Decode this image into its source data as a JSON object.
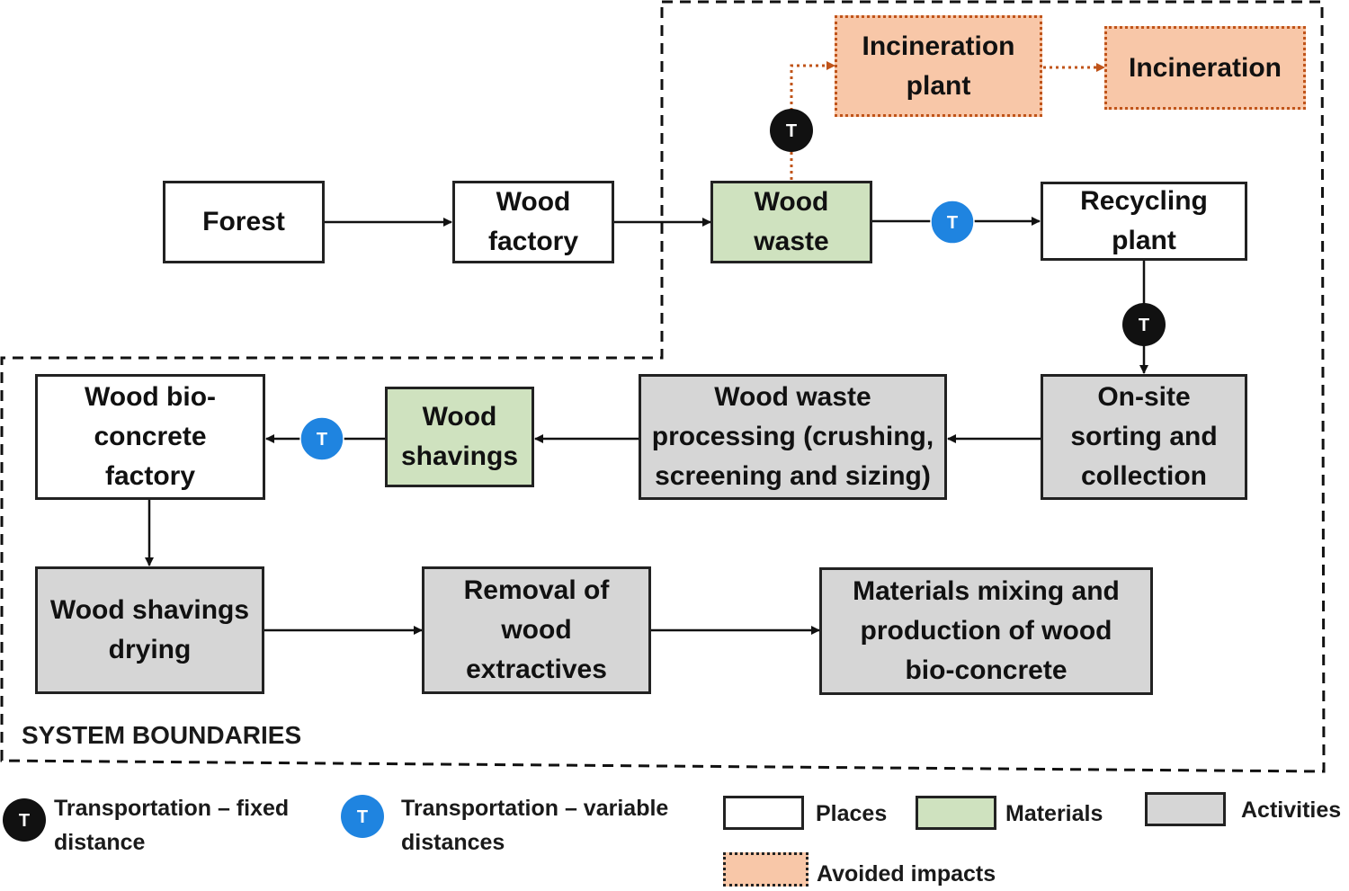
{
  "nodes": {
    "forest": "Forest",
    "wood_factory": "Wood\nfactory",
    "wood_waste": "Wood\nwaste",
    "incineration_plant": "Incineration\nplant",
    "incineration": "Incineration",
    "recycling_plant": "Recycling\nplant",
    "onsite_sorting": "On-site\nsorting and\ncollection",
    "wood_waste_processing": "Wood waste\nprocessing (crushing,\nscreening and sizing)",
    "wood_shavings": "Wood\nshavings",
    "bioconcrete_factory": "Wood bio-\nconcrete\nfactory",
    "shavings_drying": "Wood shavings\ndrying",
    "removal_extractives": "Removal of\nwood\nextractives",
    "materials_mixing": "Materials mixing and\nproduction of wood\nbio-concrete"
  },
  "transport_marker_letter": "T",
  "system_boundaries_label": "SYSTEM BOUNDARIES",
  "legend": {
    "fixed": "Transportation – fixed\ndistance",
    "variable": "Transportation – variable\ndistances",
    "places": "Places",
    "materials": "Materials",
    "activities": "Activities",
    "avoided": "Avoided impacts"
  },
  "colors": {
    "place": "#ffffff",
    "material": "#cfe2bf",
    "activity": "#d6d6d6",
    "avoided": "#f8c7a8",
    "avoided_border": "#c0541a",
    "transport_fixed": "#111111",
    "transport_variable": "#1f84e0"
  }
}
